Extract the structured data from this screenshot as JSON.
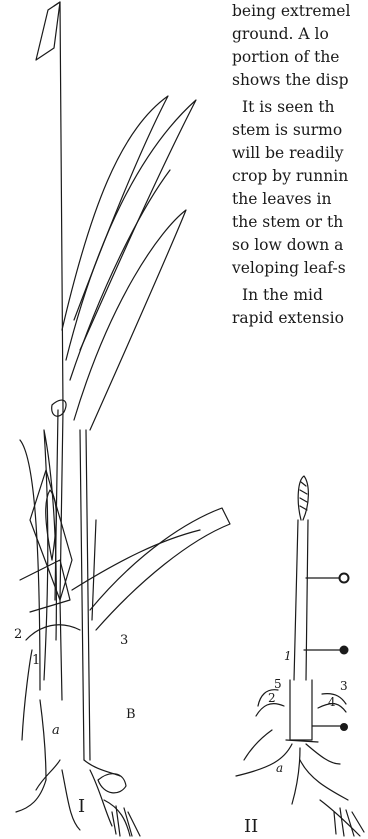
{
  "text": {
    "lines": [
      "being extremel",
      "ground.   A lo",
      "portion of the",
      "shows the disp",
      "It is seen th",
      "stem is surmo",
      "will be readily",
      "crop by runnin",
      "the leaves in",
      "the stem or th",
      "so low down a",
      "veloping leaf-s",
      "In the mid",
      "rapid extensio"
    ]
  },
  "figure_one": {
    "caption": "I",
    "labels": {
      "l2": "2",
      "l3": "3",
      "l1": "1",
      "la": "a",
      "lB": "B"
    }
  },
  "figure_two": {
    "caption": "II",
    "labels": {
      "l1": "1",
      "l5": "5",
      "l2": "2",
      "l4": "4",
      "l3": "3",
      "la": "a"
    }
  }
}
